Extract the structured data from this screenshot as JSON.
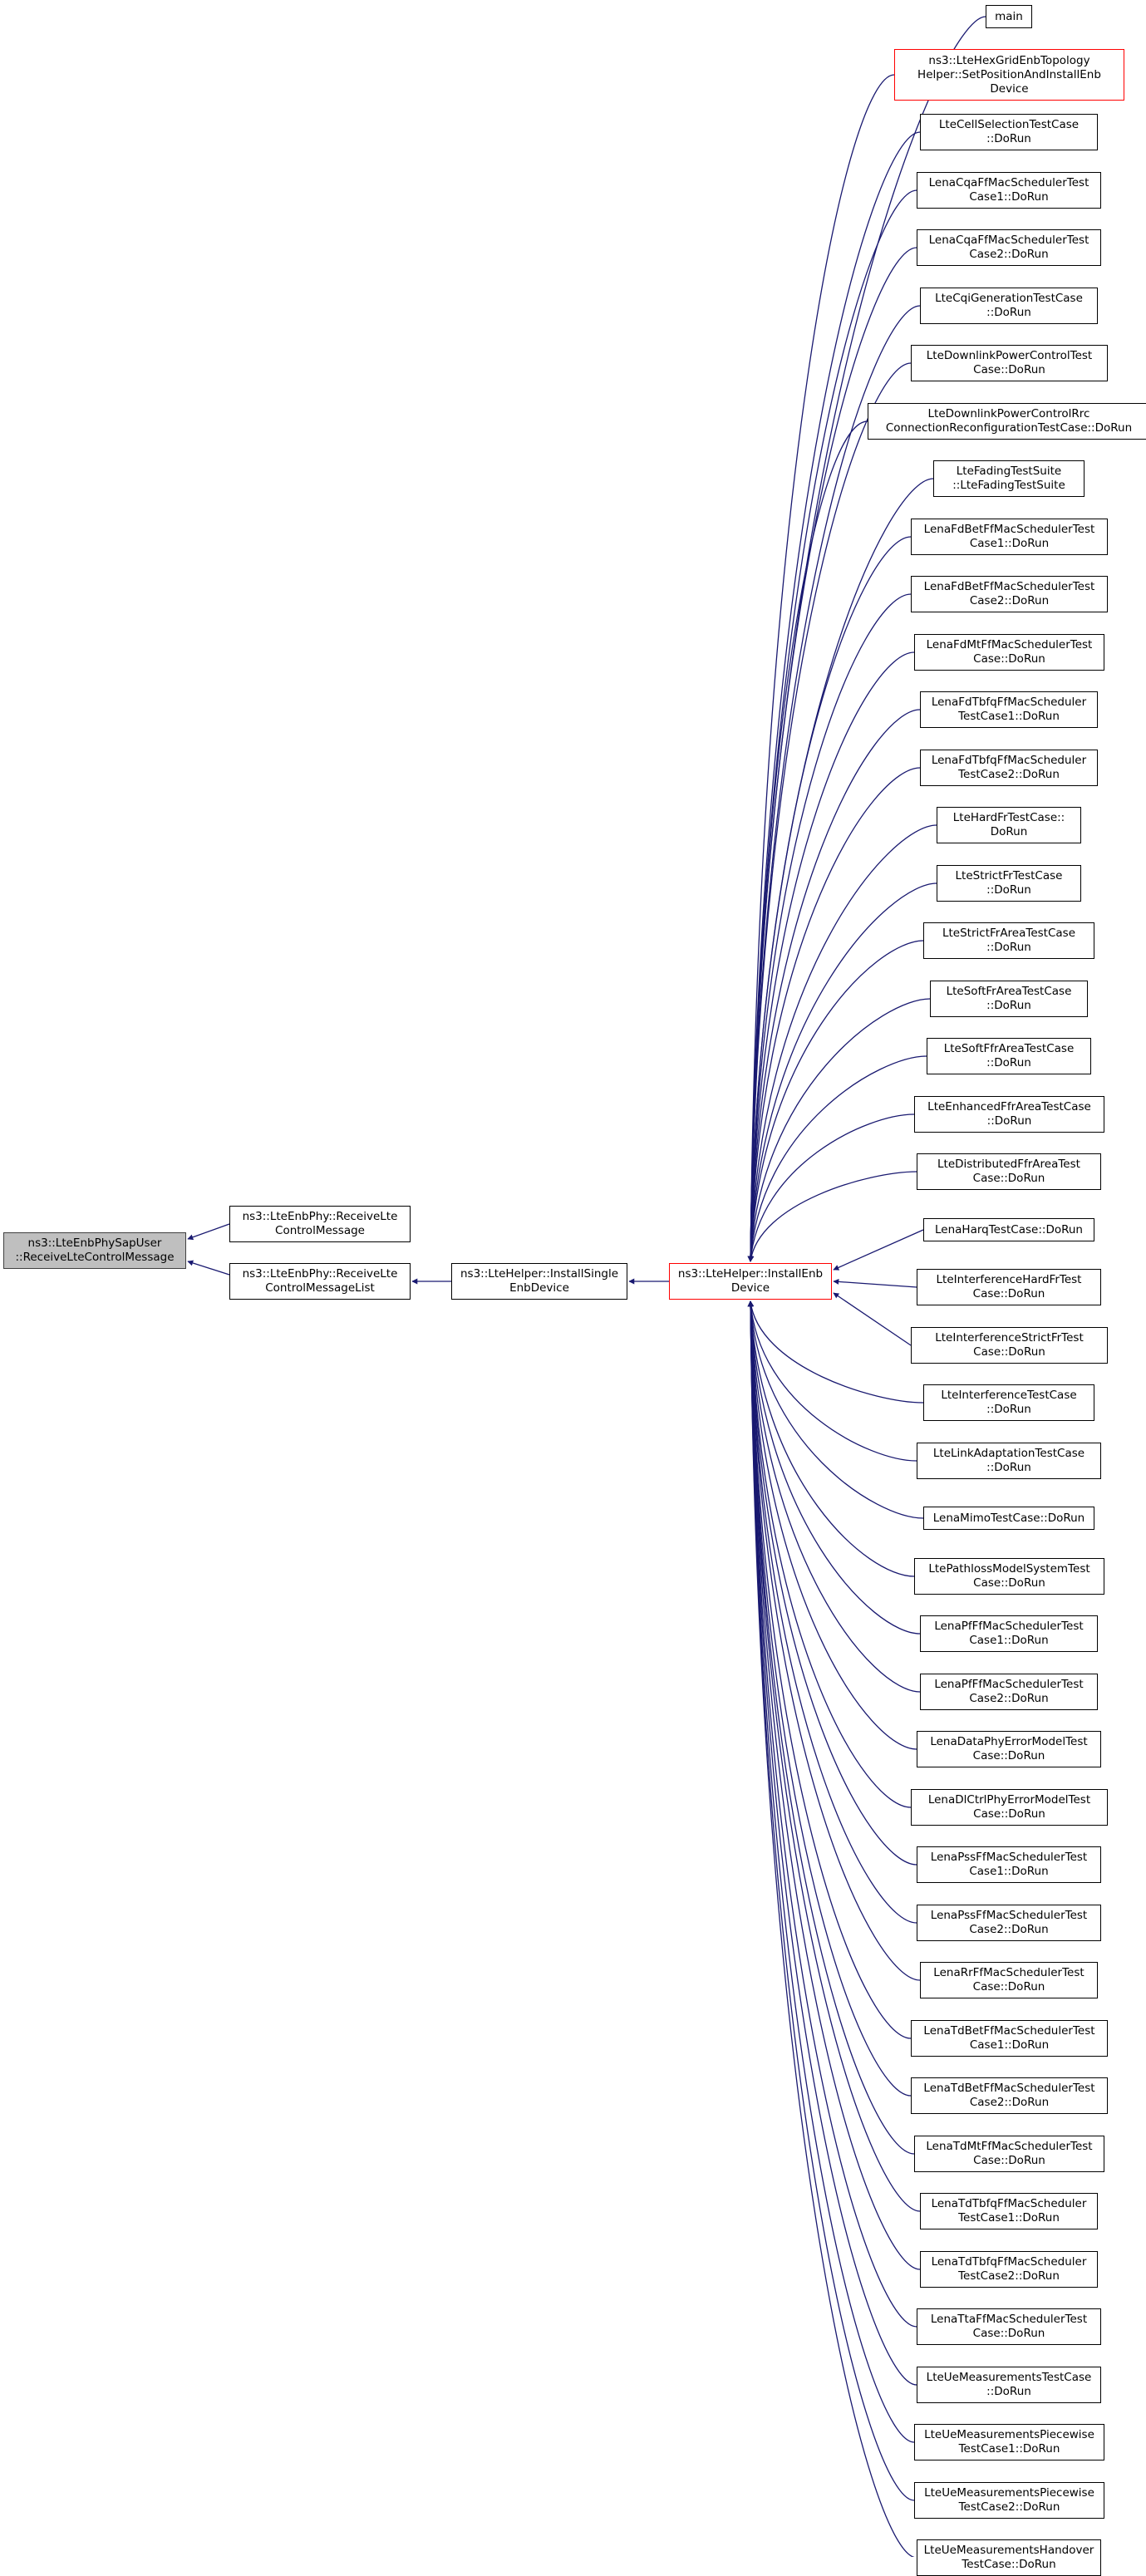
{
  "colors": {
    "edge": "#191970",
    "highlight_border": "#ff0000",
    "focus_fill": "#bfbfbf"
  },
  "nodes": {
    "focus": [
      "ns3::LteEnbPhySapUser",
      "::ReceiveLteControlMessage"
    ],
    "receive_msg": [
      "ns3::LteEnbPhy::ReceiveLte",
      "ControlMessage"
    ],
    "receive_list": [
      "ns3::LteEnbPhy::ReceiveLte",
      "ControlMessageList"
    ],
    "install_single": [
      "ns3::LteHelper::InstallSingle",
      "EnbDevice"
    ],
    "install_enb": [
      "ns3::LteHelper::InstallEnb",
      "Device"
    ],
    "callers": [
      [
        "main"
      ],
      [
        "ns3::LteHexGridEnbTopology",
        "Helper::SetPositionAndInstallEnb",
        "Device"
      ],
      [
        "LteCellSelectionTestCase",
        "::DoRun"
      ],
      [
        "LenaCqaFfMacSchedulerTest",
        "Case1::DoRun"
      ],
      [
        "LenaCqaFfMacSchedulerTest",
        "Case2::DoRun"
      ],
      [
        "LteCqiGenerationTestCase",
        "::DoRun"
      ],
      [
        "LteDownlinkPowerControlTest",
        "Case::DoRun"
      ],
      [
        "LteDownlinkPowerControlRrc",
        "ConnectionReconfigurationTestCase::DoRun"
      ],
      [
        "LteFadingTestSuite",
        "::LteFadingTestSuite"
      ],
      [
        "LenaFdBetFfMacSchedulerTest",
        "Case1::DoRun"
      ],
      [
        "LenaFdBetFfMacSchedulerTest",
        "Case2::DoRun"
      ],
      [
        "LenaFdMtFfMacSchedulerTest",
        "Case::DoRun"
      ],
      [
        "LenaFdTbfqFfMacScheduler",
        "TestCase1::DoRun"
      ],
      [
        "LenaFdTbfqFfMacScheduler",
        "TestCase2::DoRun"
      ],
      [
        "LteHardFrTestCase::",
        "DoRun"
      ],
      [
        "LteStrictFrTestCase",
        "::DoRun"
      ],
      [
        "LteStrictFrAreaTestCase",
        "::DoRun"
      ],
      [
        "LteSoftFrAreaTestCase",
        "::DoRun"
      ],
      [
        "LteSoftFfrAreaTestCase",
        "::DoRun"
      ],
      [
        "LteEnhancedFfrAreaTestCase",
        "::DoRun"
      ],
      [
        "LteDistributedFfrAreaTest",
        "Case::DoRun"
      ],
      [
        "LenaHarqTestCase::DoRun"
      ],
      [
        "LteInterferenceHardFrTest",
        "Case::DoRun"
      ],
      [
        "LteInterferenceStrictFrTest",
        "Case::DoRun"
      ],
      [
        "LteInterferenceTestCase",
        "::DoRun"
      ],
      [
        "LteLinkAdaptationTestCase",
        "::DoRun"
      ],
      [
        "LenaMimoTestCase::DoRun"
      ],
      [
        "LtePathlossModelSystemTest",
        "Case::DoRun"
      ],
      [
        "LenaPfFfMacSchedulerTest",
        "Case1::DoRun"
      ],
      [
        "LenaPfFfMacSchedulerTest",
        "Case2::DoRun"
      ],
      [
        "LenaDataPhyErrorModelTest",
        "Case::DoRun"
      ],
      [
        "LenaDlCtrlPhyErrorModelTest",
        "Case::DoRun"
      ],
      [
        "LenaPssFfMacSchedulerTest",
        "Case1::DoRun"
      ],
      [
        "LenaPssFfMacSchedulerTest",
        "Case2::DoRun"
      ],
      [
        "LenaRrFfMacSchedulerTest",
        "Case::DoRun"
      ],
      [
        "LenaTdBetFfMacSchedulerTest",
        "Case1::DoRun"
      ],
      [
        "LenaTdBetFfMacSchedulerTest",
        "Case2::DoRun"
      ],
      [
        "LenaTdMtFfMacSchedulerTest",
        "Case::DoRun"
      ],
      [
        "LenaTdTbfqFfMacScheduler",
        "TestCase1::DoRun"
      ],
      [
        "LenaTdTbfqFfMacScheduler",
        "TestCase2::DoRun"
      ],
      [
        "LenaTtaFfMacSchedulerTest",
        "Case::DoRun"
      ],
      [
        "LteUeMeasurementsTestCase",
        "::DoRun"
      ],
      [
        "LteUeMeasurementsPiecewise",
        "TestCase1::DoRun"
      ],
      [
        "LteUeMeasurementsPiecewise",
        "TestCase2::DoRun"
      ],
      [
        "LteUeMeasurementsHandover",
        "TestCase::DoRun"
      ]
    ]
  }
}
